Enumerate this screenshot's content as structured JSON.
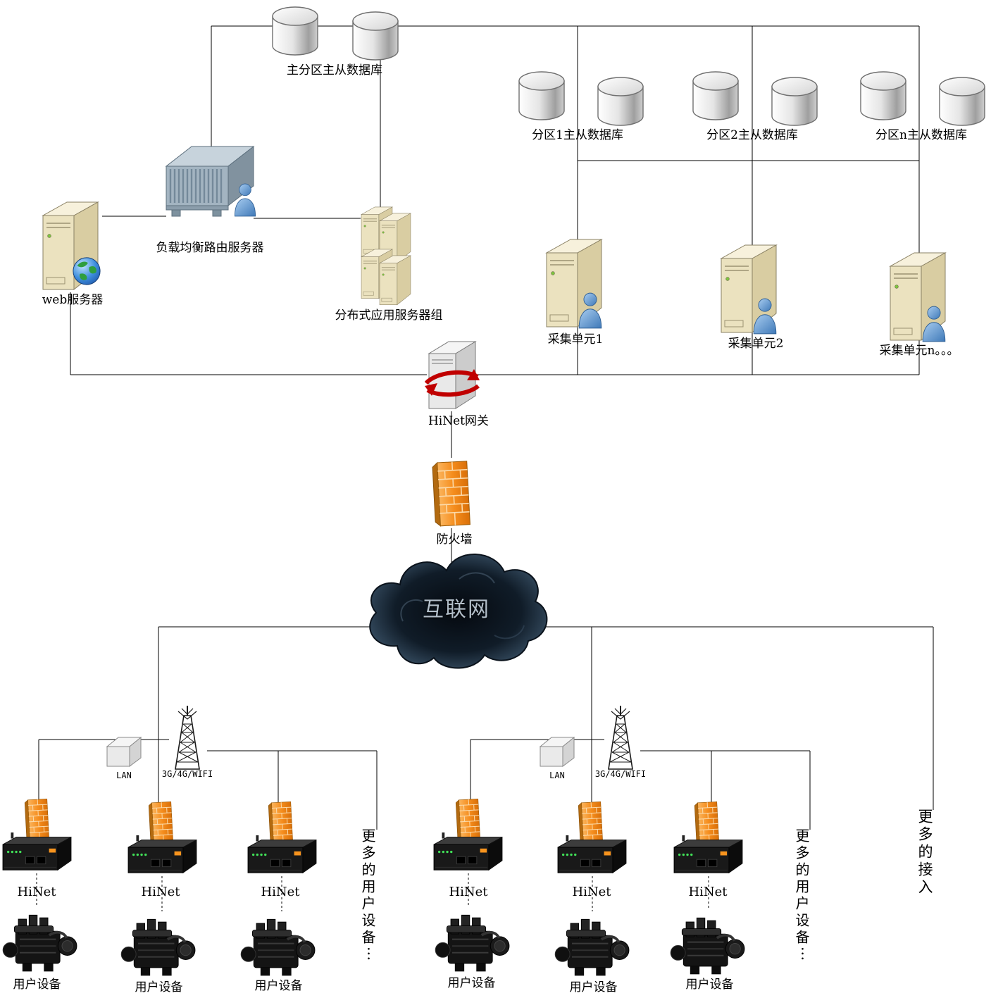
{
  "nodes": {
    "main_db": "主分区主从数据库",
    "partition1_db": "分区1主从数据库",
    "partition2_db": "分区2主从数据库",
    "partition_n_db": "分区n主从数据库",
    "load_balancer": "负载均衡路由服务器",
    "web_server": "web服务器",
    "app_server_group": "分布式应用服务器组",
    "collector_1": "采集单元1",
    "collector_2": "采集单元2",
    "collector_n": "采集单元n。。。",
    "gateway": "HiNet网关",
    "firewall": "防火墙",
    "internet": "互联网"
  },
  "access": {
    "lan": "LAN",
    "wireless": "3G/4G/WIFI",
    "hinet": "HiNet",
    "user_device": "用户设备",
    "more_user_devices": "更多的用户设备⋯",
    "more_access": "更多的接入"
  },
  "colors": {
    "firewall_orange": "#F6921E",
    "server_beige": "#EBE2BF",
    "rack_gray_blue": "#A3B4C1",
    "cloud_dark": "#101C28",
    "gateway_arrow_red": "#C00000",
    "person_blue": "#4A84C4",
    "led_green": "#41E058",
    "line_black": "#000000"
  }
}
